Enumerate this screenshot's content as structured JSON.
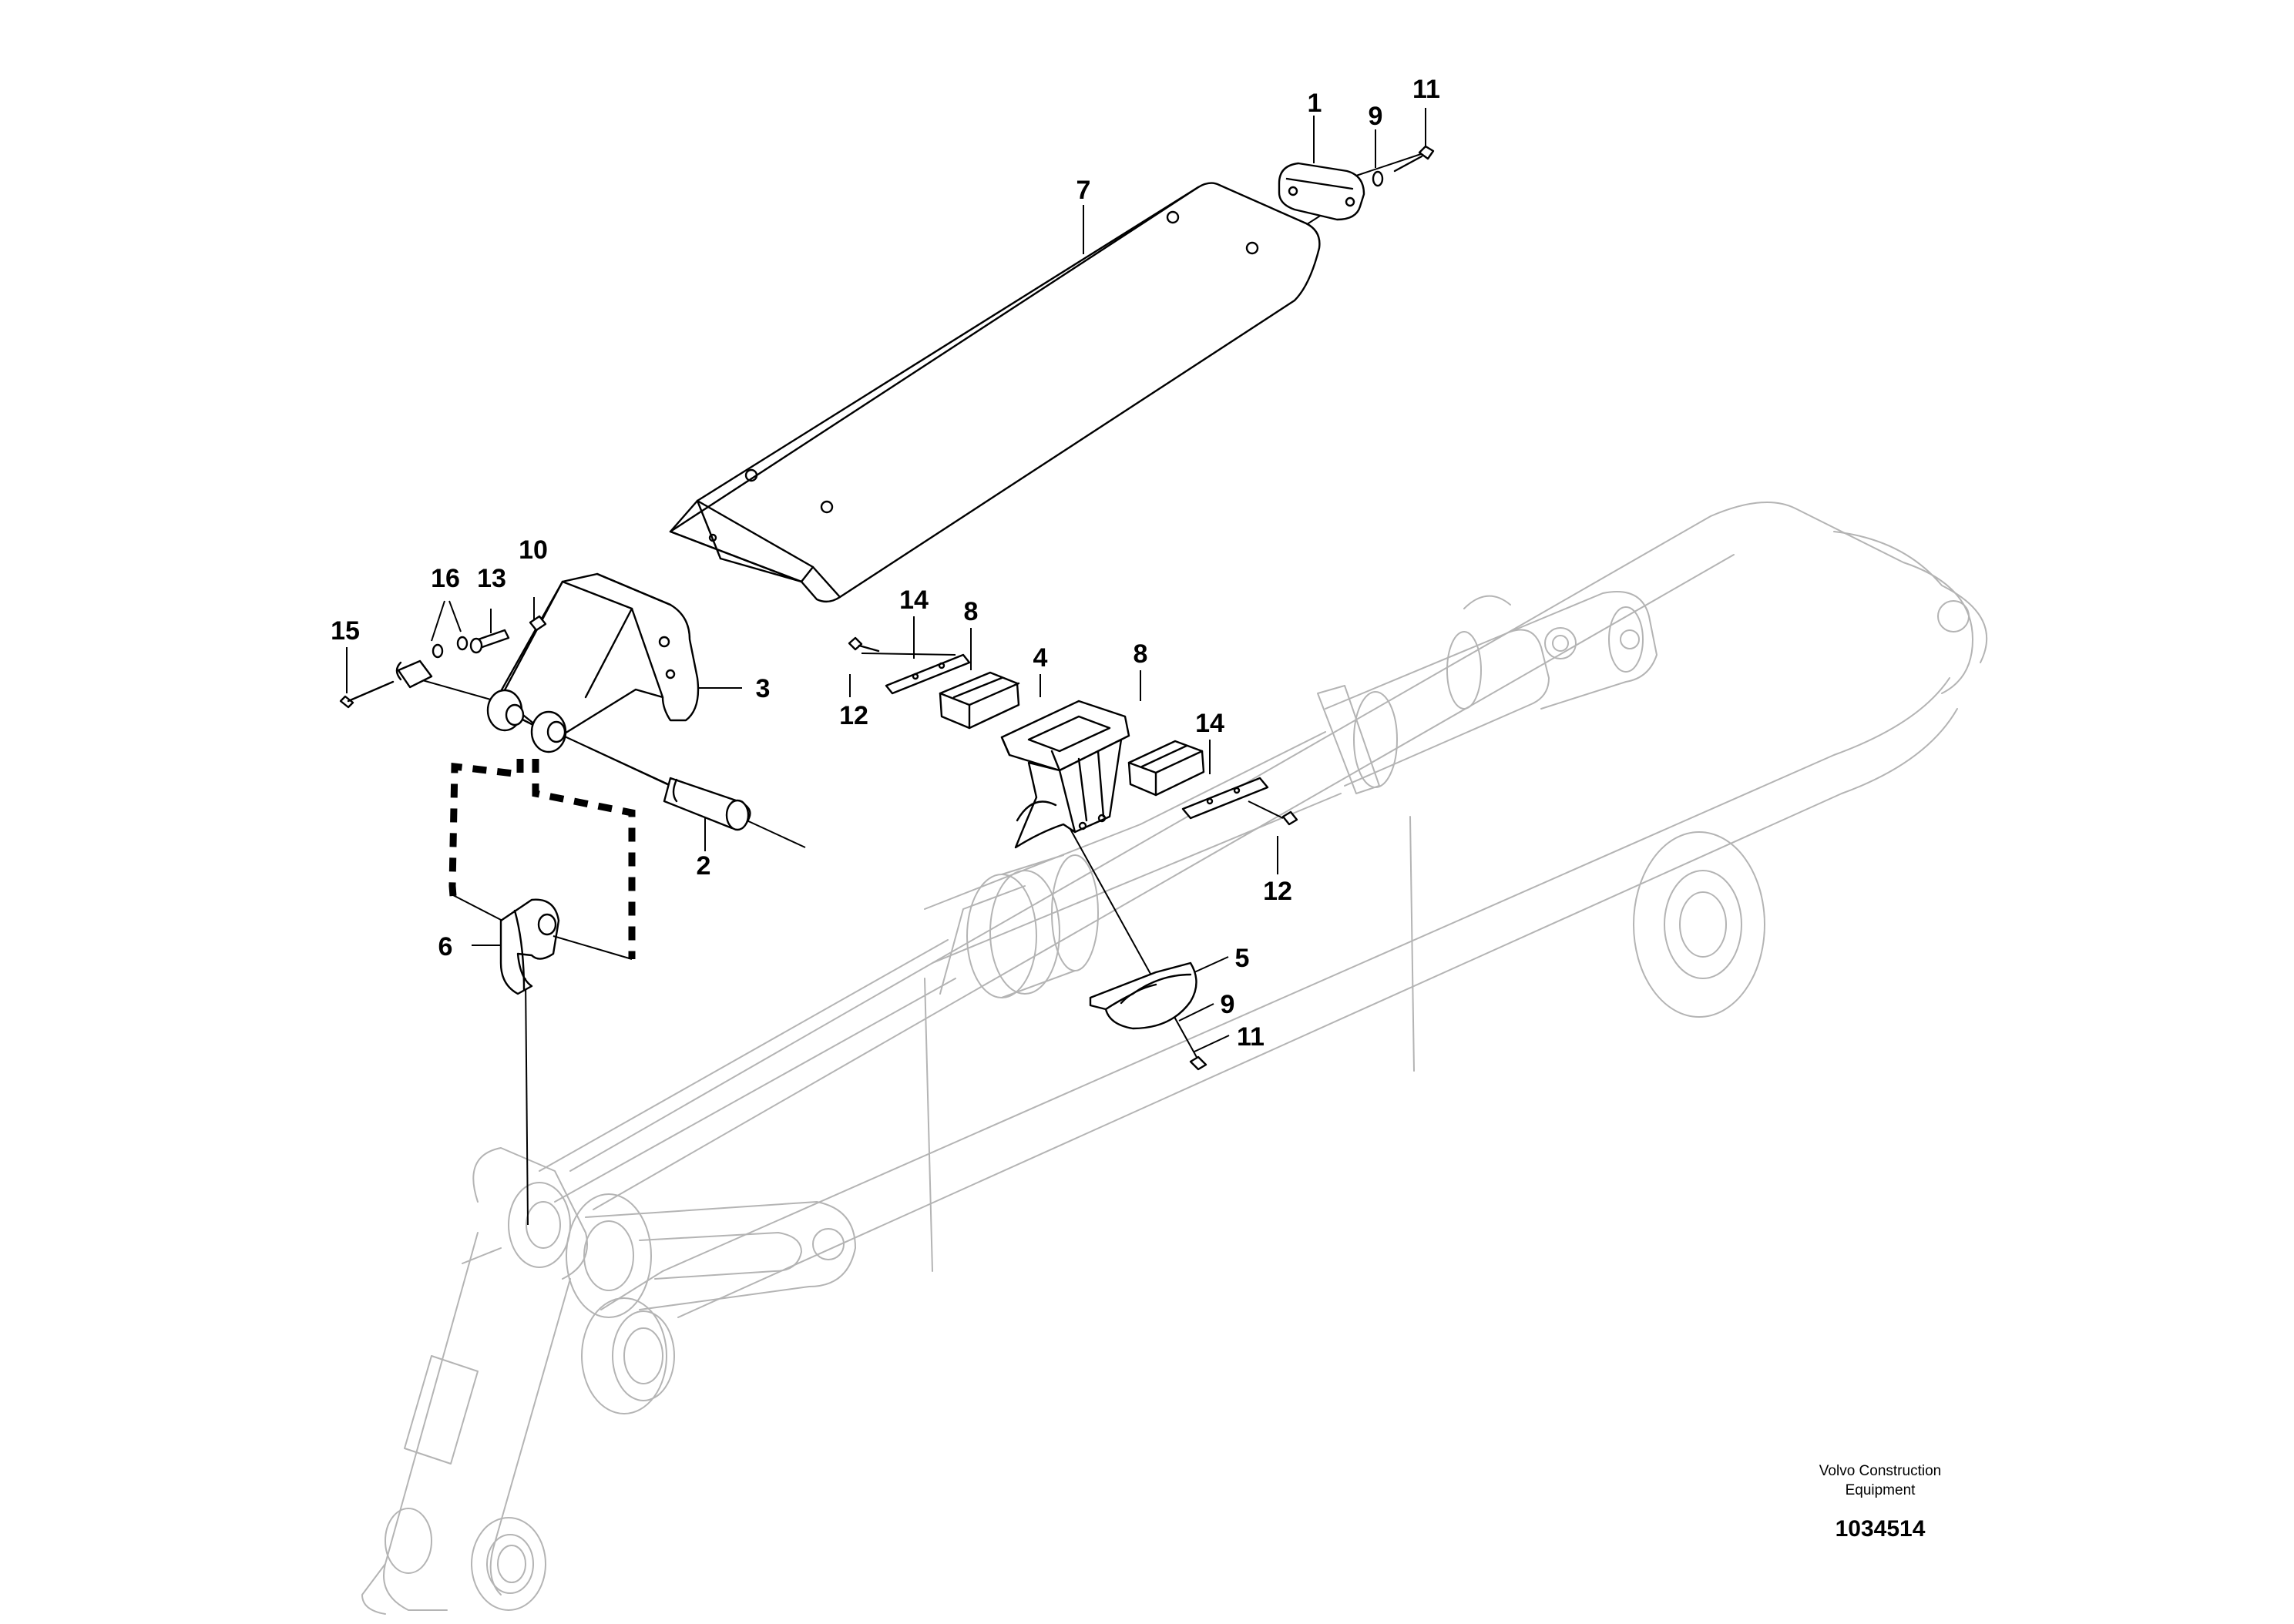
{
  "diagram": {
    "type": "exploded-parts-view",
    "callouts": [
      "1",
      "2",
      "3",
      "4",
      "5",
      "6",
      "7",
      "8",
      "9",
      "10",
      "11",
      "12",
      "13",
      "14",
      "15",
      "16"
    ],
    "labels": {
      "c1": "1",
      "c2": "2",
      "c3": "3",
      "c4": "4",
      "c5": "5",
      "c6": "6",
      "c7": "7",
      "c8a": "8",
      "c8b": "8",
      "c9a": "9",
      "c9b": "9",
      "c10": "10",
      "c11a": "11",
      "c11b": "11",
      "c12a": "12",
      "c12b": "12",
      "c13": "13",
      "c14a": "14",
      "c14b": "14",
      "c15": "15",
      "c16": "16"
    }
  },
  "branding": {
    "line1": "Volvo Construction",
    "line2": "Equipment",
    "document_number": "1034514"
  },
  "colors": {
    "linework": "#000000",
    "background_machine": "#b4b4b4",
    "background": "#ffffff"
  }
}
